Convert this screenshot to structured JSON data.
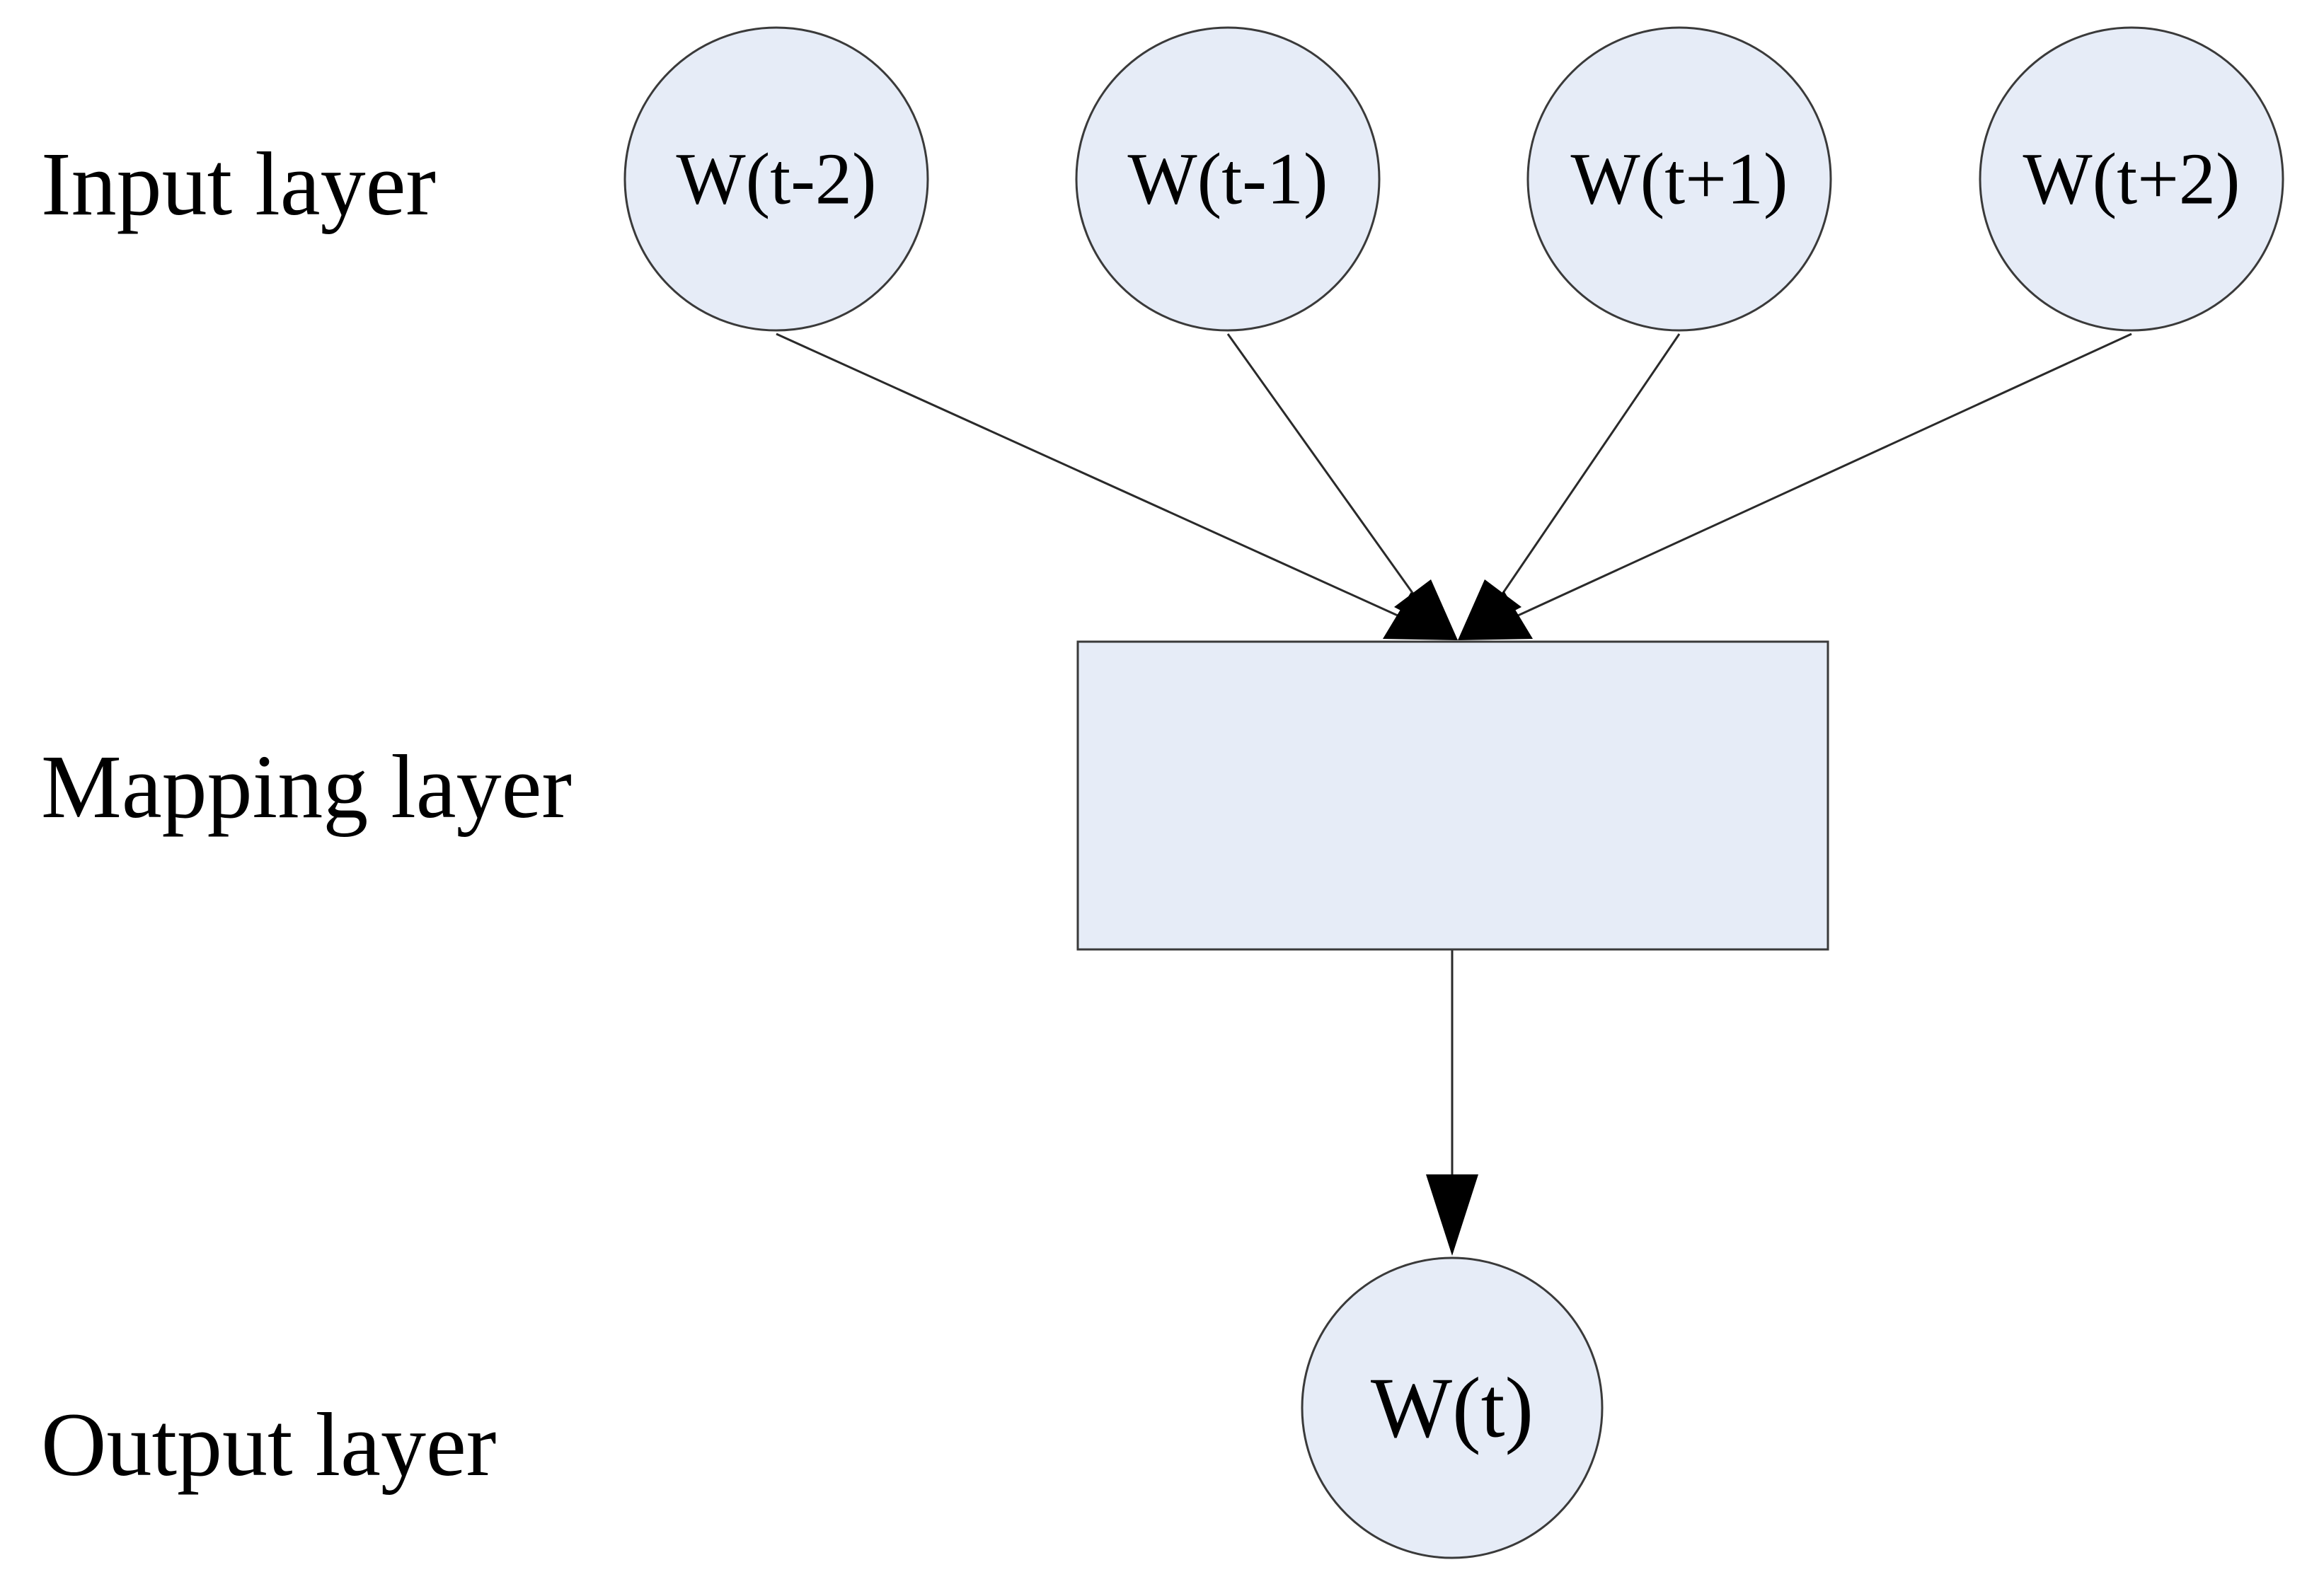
{
  "layers": {
    "input_label": "Input layer",
    "mapping_label": "Mapping layer",
    "output_label": "Output layer"
  },
  "input_nodes": [
    {
      "label": "W(t-2)"
    },
    {
      "label": "W(t-1)"
    },
    {
      "label": "W(t+1)"
    },
    {
      "label": "W(t+2)"
    }
  ],
  "output_node": {
    "label": "W(t)"
  },
  "colors": {
    "node_fill": "#e6ecf7",
    "stroke": "#3a3a3a",
    "arrow": "#000000"
  }
}
